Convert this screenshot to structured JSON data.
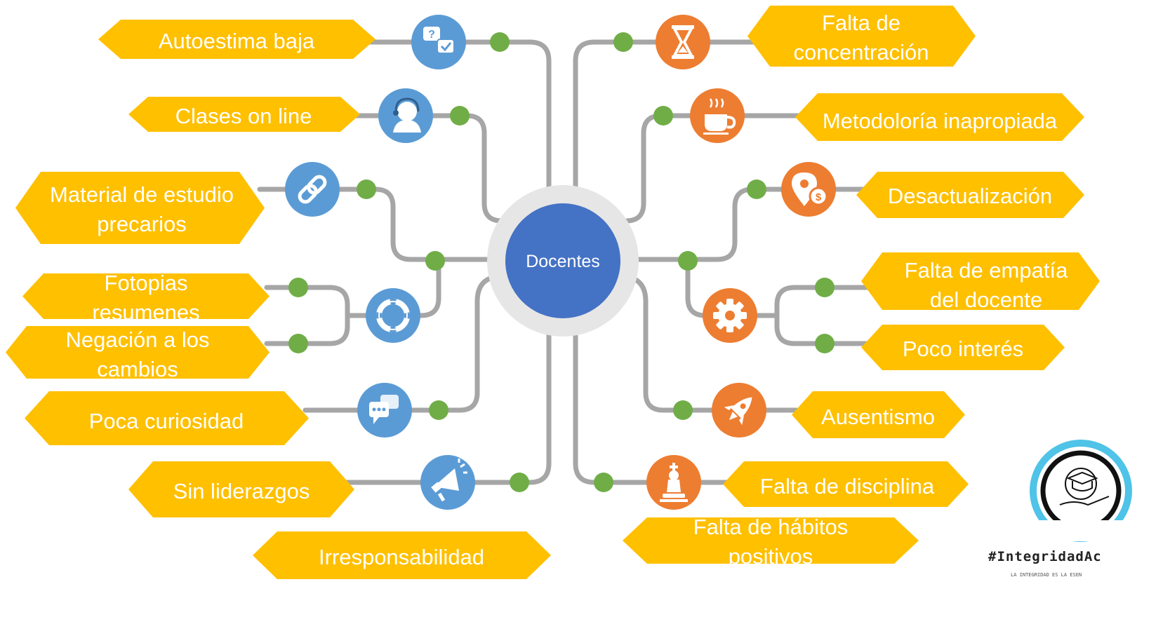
{
  "center": {
    "label": "Docentes"
  },
  "colors": {
    "label_fill": "#FFC000",
    "connector": "#A6A6A6",
    "dot": "#70AD47",
    "icon_left": "#5B9BD5",
    "icon_right": "#ED7D31",
    "center_fill": "#4472C4",
    "center_ring": "#E6E6E6"
  },
  "left_branches": [
    {
      "lines": [
        "Autoestima baja"
      ],
      "icon": "question-chat-icon"
    },
    {
      "lines": [
        "Clases on line"
      ],
      "icon": "support-agent-icon"
    },
    {
      "lines": [
        "Material de estudio",
        "precarios"
      ],
      "icon": "link-icon"
    },
    {
      "lines": [
        "Fotopias",
        "resumenes"
      ],
      "icon": "lifebuoy-icon"
    },
    {
      "lines": [
        "Negación a los",
        "cambios"
      ],
      "icon": "lifebuoy-icon"
    },
    {
      "lines": [
        "Poca curiosidad"
      ],
      "icon": "chat-bubbles-icon"
    },
    {
      "lines": [
        "Sin liderazgos"
      ],
      "icon": "megaphone-icon"
    },
    {
      "lines": [
        "Irresponsabilidad"
      ],
      "icon": ""
    }
  ],
  "right_branches": [
    {
      "lines": [
        "Falta de",
        "concentración"
      ],
      "icon": "hourglass-icon"
    },
    {
      "lines": [
        "Metodoloría inapropiada"
      ],
      "icon": "coffee-cup-icon"
    },
    {
      "lines": [
        "Desactualización"
      ],
      "icon": "location-dollar-icon"
    },
    {
      "lines": [
        "Falta de empatía",
        "del docente"
      ],
      "icon": "gear-icon"
    },
    {
      "lines": [
        "Poco interés"
      ],
      "icon": "gear-icon"
    },
    {
      "lines": [
        "Ausentismo"
      ],
      "icon": "rocket-icon"
    },
    {
      "lines": [
        "Falta de disciplina"
      ],
      "icon": "chess-king-icon"
    },
    {
      "lines": [
        "Falta de hábitos",
        "positivos"
      ],
      "icon": ""
    }
  ],
  "logo": {
    "tag": "#IntegridadAc",
    "subtitle": "LA INTEGRIDAD ES LA ESEN"
  }
}
